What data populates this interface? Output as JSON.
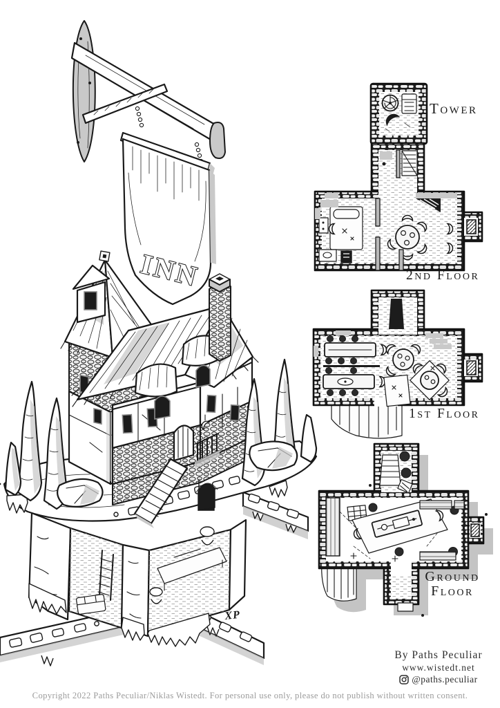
{
  "canvas": {
    "background": "#ffffff",
    "ink": "#191919",
    "shade": "#c9c9c9"
  },
  "illustration": {
    "sign_text": "INN",
    "artist_monogram": "XP"
  },
  "plans": [
    {
      "id": "tower",
      "label": "Tower"
    },
    {
      "id": "second-floor",
      "label": "2nd Floor"
    },
    {
      "id": "first-floor",
      "label": "1st Floor"
    },
    {
      "id": "ground-floor",
      "label": "Ground Floor"
    }
  ],
  "attribution": {
    "byline": "By Paths Peculiar",
    "website": "www.wistedt.net",
    "instagram_handle": "@paths.peculiar"
  },
  "footer": {
    "copyright": "Copyright 2022 Paths Peculiar/Niklas Wistedt. For personal use only, please do not publish without written consent."
  }
}
